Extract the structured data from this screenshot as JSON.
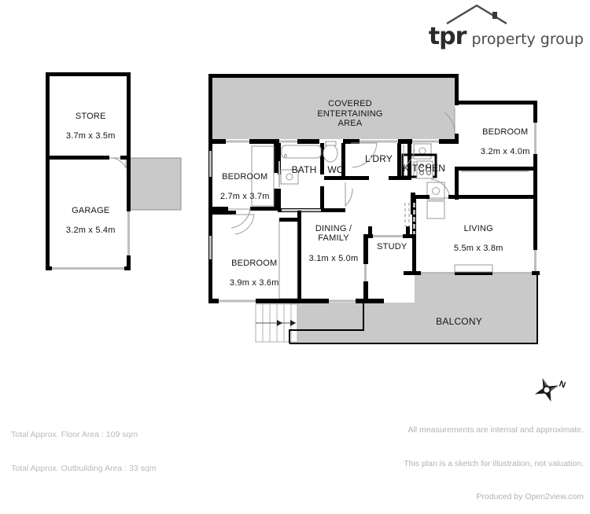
{
  "brand": {
    "name_mark": "tpr",
    "name_rest": "property group",
    "logo_icon": "house-roof-icon"
  },
  "outbuilding": {
    "rooms": [
      {
        "name": "STORE",
        "dims": "3.7m x 3.5m"
      },
      {
        "name": "GARAGE",
        "dims": "3.2m x 5.4m"
      }
    ]
  },
  "main_floor": {
    "rooms": [
      {
        "name": "COVERED\nENTERTAINING\nAREA",
        "dims": ""
      },
      {
        "name": "BEDROOM",
        "dims": "2.7m x 3.7m"
      },
      {
        "name": "BATH",
        "dims": ""
      },
      {
        "name": "WC",
        "dims": ""
      },
      {
        "name": "L'DRY",
        "dims": ""
      },
      {
        "name": "KITCHEN",
        "dims": ""
      },
      {
        "name": "BEDROOM",
        "dims": "3.2m x 4.0m"
      },
      {
        "name": "LIVING",
        "dims": "5.5m x 3.8m"
      },
      {
        "name": "DINING /\nFAMILY",
        "dims": "3.1m x 5.0m"
      },
      {
        "name": "STUDY",
        "dims": ""
      },
      {
        "name": "BEDROOM",
        "dims": "3.9m x 3.6m"
      },
      {
        "name": "BALCONY",
        "dims": ""
      }
    ]
  },
  "areas": {
    "floor_area": "Total Approx. Floor Area : 109 sqm",
    "outbuilding_area": "Total Approx. Outbuilding Area : 33 sqm"
  },
  "disclaimer": {
    "line1": "All measurements are internal and approximate.",
    "line2": "This plan is a sketch for illustration, not valuation.",
    "line3": "Produced by Open2view.com"
  },
  "compass": {
    "icon": "compass-rose-icon",
    "north_label": "N"
  },
  "colors": {
    "wall": "#000000",
    "fill_gray": "#c9c9c9",
    "thin_line": "#9a9a9a",
    "footer_text": "#b9b9b9"
  }
}
